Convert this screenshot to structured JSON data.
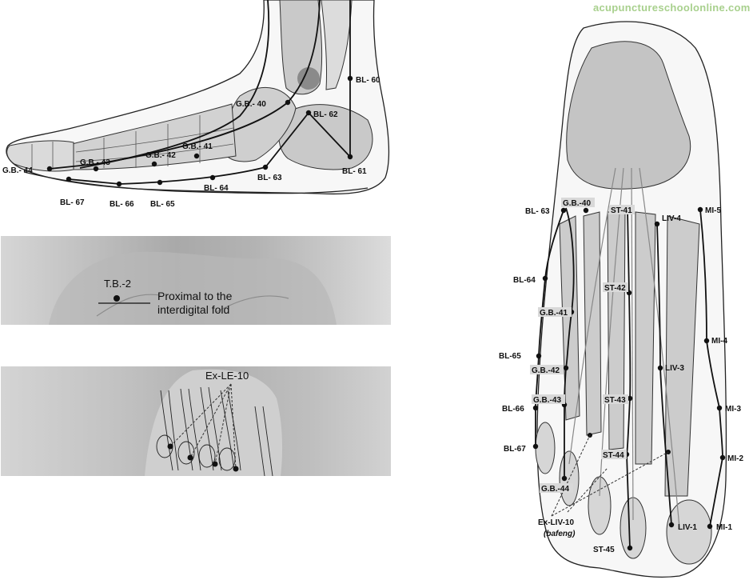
{
  "watermark": "acupunctureschoolonline.com",
  "lateral_foot": {
    "points": {
      "bl60": "BL- 60",
      "gb40": "G.B.- 40",
      "bl62": "BL- 62",
      "gb41": "G.B.- 41",
      "gb42": "G.B.- 42",
      "gb43": "G.B.- 43",
      "gb44": "G.B.- 44",
      "bl61": "BL- 61",
      "bl63": "BL- 63",
      "bl64": "BL- 64",
      "bl67": "BL- 67",
      "bl66": "BL- 66",
      "bl65": "BL- 65"
    }
  },
  "hand_photo": {
    "point": "T.B.-2",
    "note_line1": "Proximal to the",
    "note_line2": "interdigital fold"
  },
  "foot_photo": {
    "point": "Ex-LE-10"
  },
  "dorsal_foot": {
    "points": {
      "bl63": "BL- 63",
      "gb40": "G.B.-40",
      "st41": "ST-41",
      "liv4": "LIV-4",
      "mi5": "MI-5",
      "bl64": "BL-64",
      "st42": "ST-42",
      "gb41": "G.B.-41",
      "mi4": "MI-4",
      "bl65": "BL-65",
      "gb42": "G.B.-42",
      "liv3": "LIV-3",
      "gb43": "G.B.-43",
      "st43": "ST-43",
      "bl66": "BL-66",
      "mi3": "MI-3",
      "bl67": "BL-67",
      "st44": "ST-44",
      "mi2": "MI-2",
      "gb44": "G.B.-44",
      "exliv10": "Ex-LIV-10",
      "bafeng": "(bafeng)",
      "liv1": "LIV-1",
      "mi1": "MI-1",
      "st45": "ST-45"
    }
  }
}
